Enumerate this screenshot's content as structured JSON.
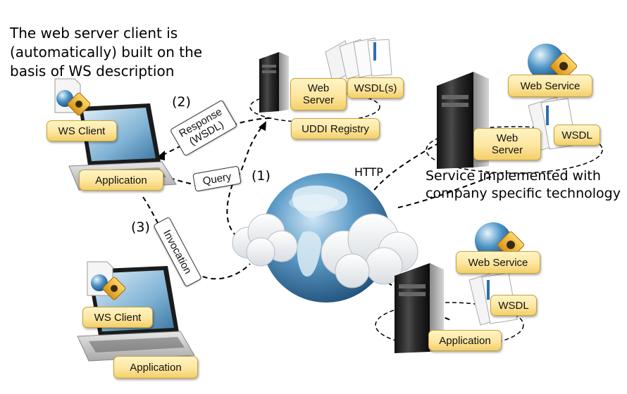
{
  "notes": {
    "client_note": [
      "The web server client is",
      "(automatically) built on the",
      "basis of WS description"
    ],
    "service_note": [
      "Service implemented with",
      "company specific technology"
    ],
    "http": "HTTP"
  },
  "steps": {
    "s1": "(1)",
    "s2": "(2)",
    "s3": "(3)"
  },
  "arrow_tags": {
    "query": "Query",
    "response": [
      "Response",
      "(WSDL)"
    ],
    "invocation": "Invocation"
  },
  "labels": {
    "ws_client_top": "WS Client",
    "application_top": "Application",
    "registry_server": [
      "Web",
      "Server"
    ],
    "registry_wsdl": "WSDL(s)",
    "uddi_registry": "UDDI Registry",
    "web_service_top": "Web Service",
    "provider_server": [
      "Web",
      "Server"
    ],
    "provider_wsdl": "WSDL",
    "ws_client_bottom": "WS Client",
    "application_bottom_left": "Application",
    "web_service_bottom": "Web Service",
    "bottom_wsdl": "WSDL",
    "application_bottom_right": "Application"
  },
  "colors": {
    "label_fill": "#fde6a0",
    "label_border": "#c9a43a",
    "globe_blue": "#3a7fb0",
    "server_dark": "#222222"
  }
}
